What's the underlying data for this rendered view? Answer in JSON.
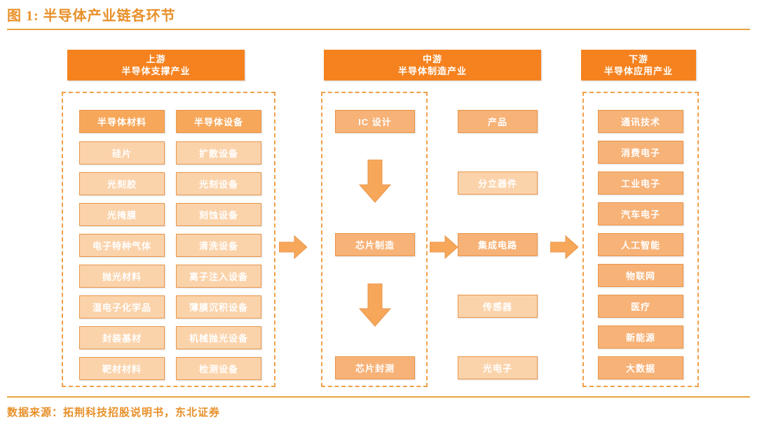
{
  "figure": {
    "title": "图 1: 半导体产业链各环节",
    "source": "数据来源：拓荆科技招股说明书，东北证券"
  },
  "colors": {
    "header_orange": "#f5821f",
    "node_dark": "#f7a75a",
    "node_mid": "#f7b277",
    "node_light": "#fbd3ab",
    "border": "#e8964a",
    "dashed": "#f0a04b",
    "rule": "#e8a33d",
    "title_text": "#e8902a"
  },
  "sections": {
    "upstream": {
      "title_line1": "上游",
      "title_line2": "半导体支撑产业",
      "columns": [
        {
          "name": "materials",
          "head": "半导体材料",
          "items": [
            "硅片",
            "光刻胶",
            "光掩膜",
            "电子特种气体",
            "抛光材料",
            "湿电子化学品",
            "封装基材",
            "靶材材料"
          ]
        },
        {
          "name": "equipment",
          "head": "半导体设备",
          "items": [
            "扩散设备",
            "光刻设备",
            "刻蚀设备",
            "清洗设备",
            "离子注入设备",
            "薄膜沉积设备",
            "机械抛光设备",
            "检测设备"
          ]
        }
      ]
    },
    "midstream": {
      "title_line1": "中游",
      "title_line2": "半导体制造产业",
      "process_chain": [
        "IC 设计",
        "芯片制造",
        "芯片封测"
      ],
      "products": {
        "head": "产品",
        "items": [
          "分立器件",
          "集成电路",
          "传感器",
          "光电子"
        ]
      }
    },
    "downstream": {
      "title_line1": "下游",
      "title_line2": "半导体应用产业",
      "items": [
        "通讯技术",
        "消费电子",
        "工业电子",
        "汽车电子",
        "人工智能",
        "物联网",
        "医疗",
        "新能源",
        "大数据"
      ]
    }
  },
  "arrows": {
    "down_1": "arrow-down-icon",
    "down_2": "arrow-down-icon",
    "right_1": "arrow-right-icon",
    "right_2": "arrow-right-icon",
    "right_3": "arrow-right-icon"
  }
}
